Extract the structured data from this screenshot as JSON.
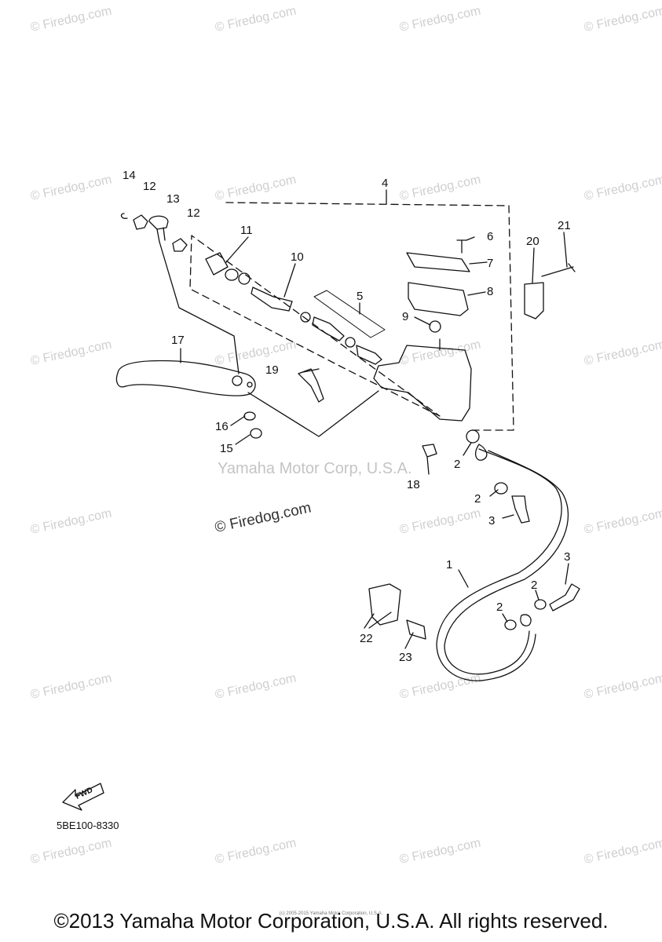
{
  "watermark": {
    "text": "© Firedog.com",
    "prominent_text": "© Firedog.com"
  },
  "diagram_watermark": "Yamaha Motor Corp, U.S.A.",
  "fwd_label": "FWD",
  "part_code": "5BE100-8330",
  "footer": {
    "copyright": "©2013 Yamaha Motor Corporation, U.S.A. All rights reserved.",
    "fine_print": "(c) 2005-2015 Yamaha Motor Corporation, U.S.A."
  },
  "callouts": {
    "c1": "1",
    "c2a": "2",
    "c2b": "2",
    "c2c": "2",
    "c2d": "2",
    "c3a": "3",
    "c3b": "3",
    "c4": "4",
    "c5": "5",
    "c6": "6",
    "c7": "7",
    "c8": "8",
    "c9": "9",
    "c10": "10",
    "c11": "11",
    "c12a": "12",
    "c12b": "12",
    "c13": "13",
    "c14": "14",
    "c15": "15",
    "c16": "16",
    "c17": "17",
    "c18": "18",
    "c19": "19",
    "c20": "20",
    "c21": "21",
    "c22": "22",
    "c23": "23"
  }
}
